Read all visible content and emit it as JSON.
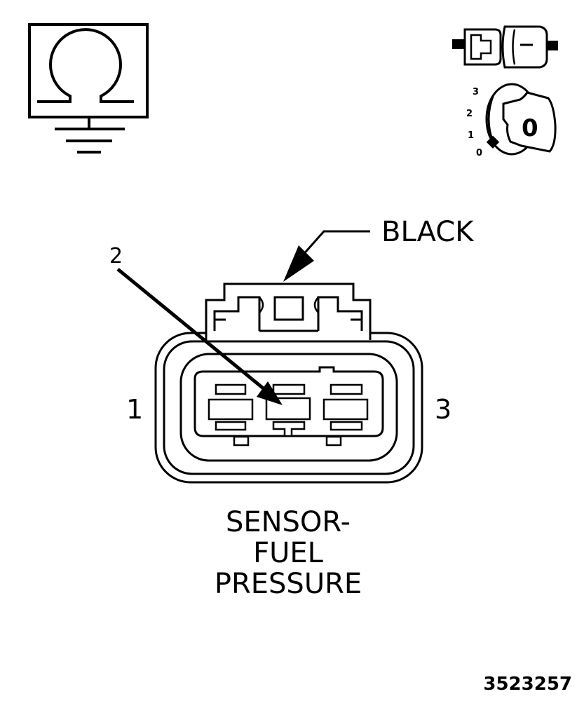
{
  "ohm_icon": {
    "symbol": "ohm-ground-icon"
  },
  "connector_icon": {
    "symbol": "disconnect-connector-icon"
  },
  "ignition_icon": {
    "symbol": "ignition-key-icon",
    "positions": [
      "3",
      "2",
      "1",
      "0"
    ],
    "key_label": "0"
  },
  "connector": {
    "color_label": "BLACK",
    "pin_left": "1",
    "pin_center": "2",
    "pin_right": "3"
  },
  "caption": {
    "line1": "SENSOR-",
    "line2": "FUEL",
    "line3": "PRESSURE"
  },
  "figure_id": "3523257"
}
